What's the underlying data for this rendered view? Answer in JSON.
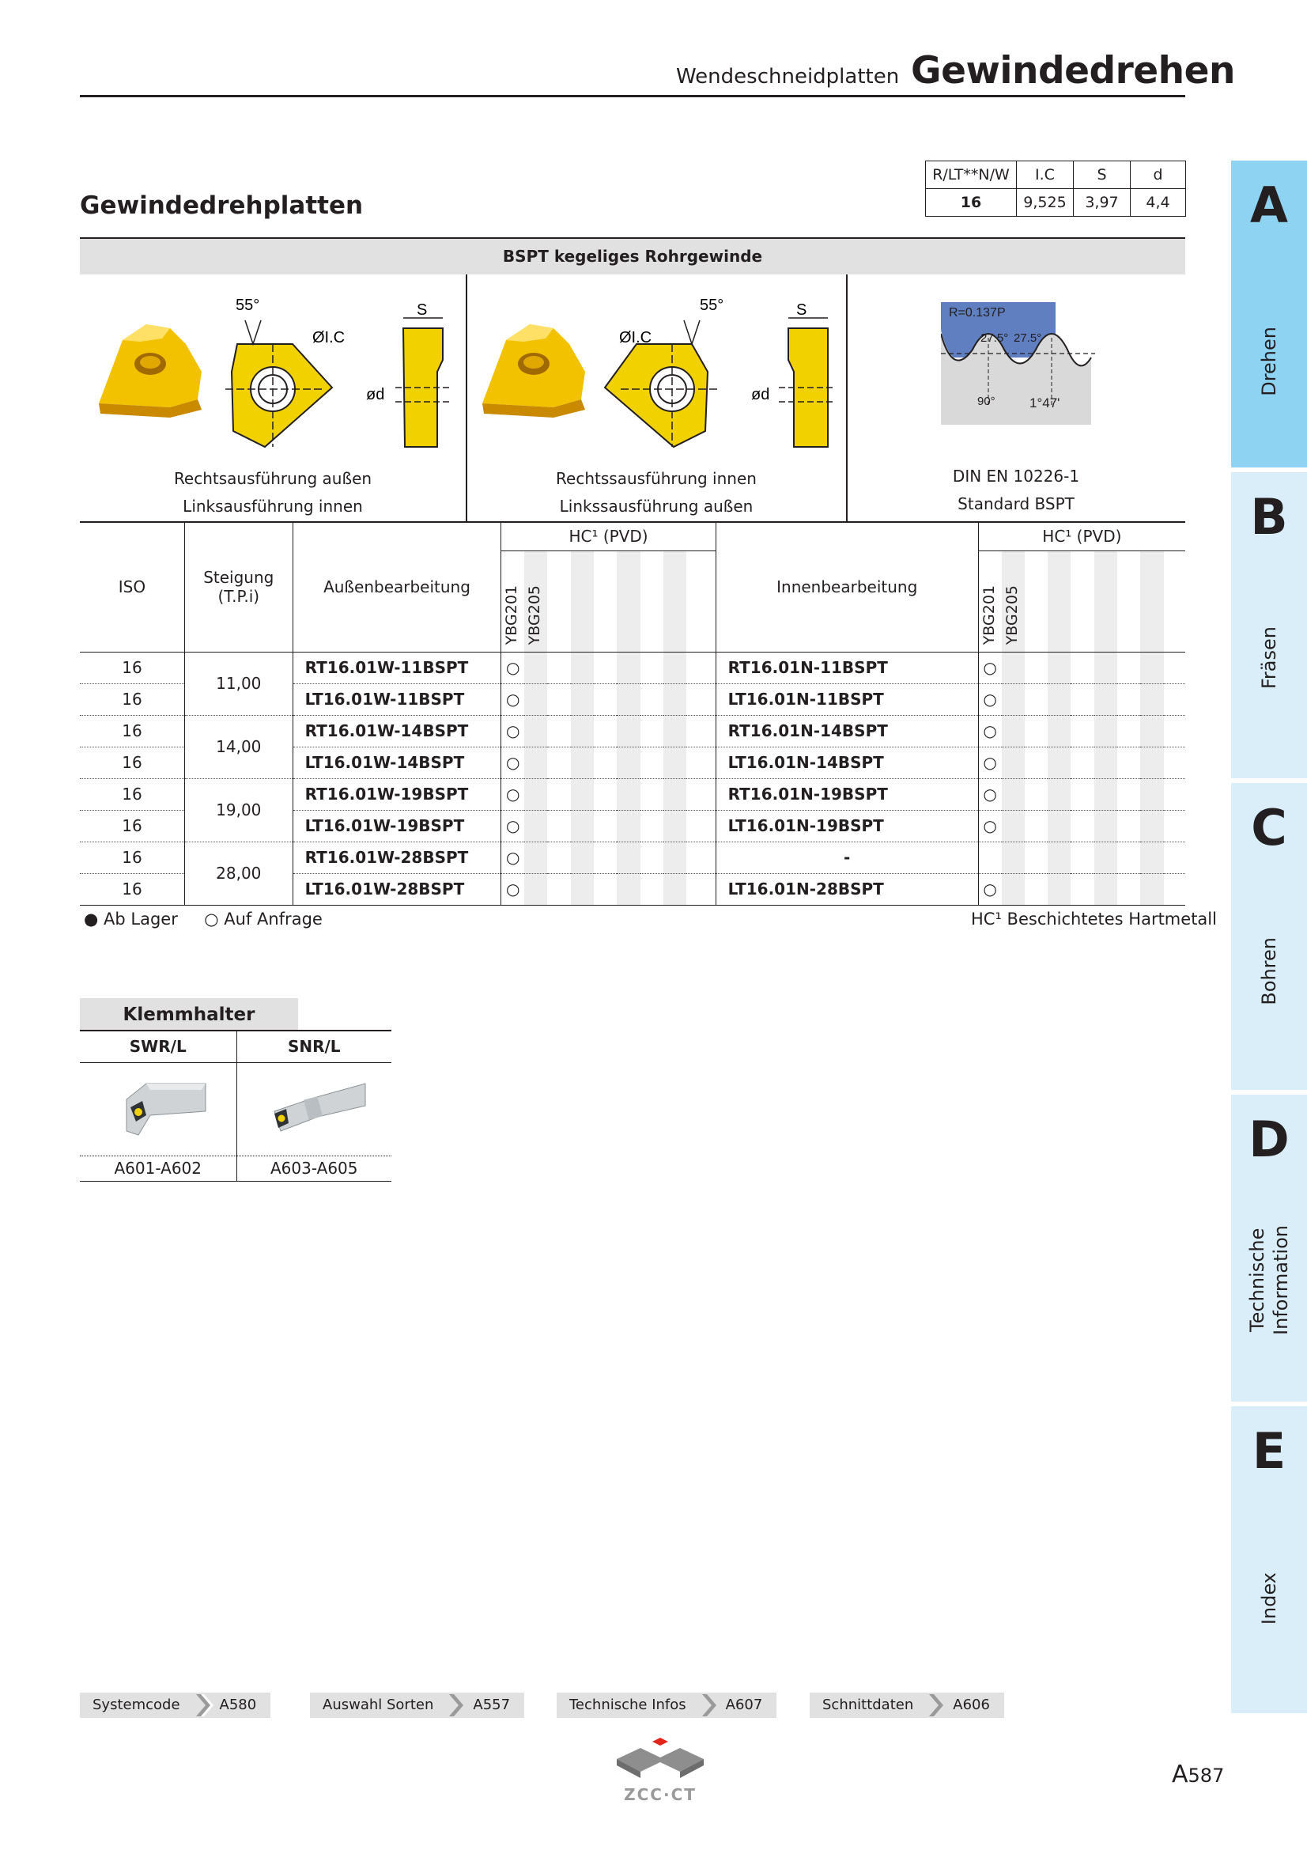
{
  "header": {
    "subtitle": "Wendeschneidplatten",
    "title": "Gewindedrehen"
  },
  "section_title": "Gewindedrehplatten",
  "spec_table": {
    "headers": [
      "R/LT**N/W",
      "I.C",
      "S",
      "d"
    ],
    "values": [
      "16",
      "9,525",
      "3,97",
      "4,4"
    ]
  },
  "band_title": "BSPT kegeliges Rohrgewinde",
  "diagrams": {
    "angle": "55°",
    "ic_label": "ØI.C",
    "s_label": "S",
    "d_label": "ød",
    "profile_radius": "R=0.137P",
    "profile_angle_left": "27.5°",
    "profile_angle_right": "27.5°",
    "profile_angle_90": "90°",
    "profile_taper": "1°47'"
  },
  "captions": {
    "col1_line1": "Rechtsausführung außen",
    "col1_line2": "Linksausführung innen",
    "col2_line1": "Rechtssausführung innen",
    "col2_line2": "Linkssausführung außen",
    "col3_line1": "DIN EN 10226-1",
    "col3_line2": "Standard BSPT"
  },
  "table": {
    "col_iso": "ISO",
    "col_pitch_line1": "Steigung",
    "col_pitch_line2": "(T.P.i)",
    "col_external": "Außenbearbeitung",
    "col_internal": "Innenbearbeitung",
    "coating_group_left": "HC¹ (PVD)",
    "coating_group_right": "HC¹ (PVD)",
    "grades": [
      "YBG201",
      "YBG205"
    ],
    "rows": [
      {
        "iso": "16",
        "pitch": "11,00",
        "ext": "RT16.01W-11BSPT",
        "ext_mark": "○",
        "int": "RT16.01N-11BSPT",
        "int_mark": "○"
      },
      {
        "iso": "16",
        "pitch": "",
        "ext": "LT16.01W-11BSPT",
        "ext_mark": "○",
        "int": "LT16.01N-11BSPT",
        "int_mark": "○"
      },
      {
        "iso": "16",
        "pitch": "14,00",
        "ext": "RT16.01W-14BSPT",
        "ext_mark": "○",
        "int": "RT16.01N-14BSPT",
        "int_mark": "○"
      },
      {
        "iso": "16",
        "pitch": "",
        "ext": "LT16.01W-14BSPT",
        "ext_mark": "○",
        "int": "LT16.01N-14BSPT",
        "int_mark": "○"
      },
      {
        "iso": "16",
        "pitch": "19,00",
        "ext": "RT16.01W-19BSPT",
        "ext_mark": "○",
        "int": "RT16.01N-19BSPT",
        "int_mark": "○"
      },
      {
        "iso": "16",
        "pitch": "",
        "ext": "LT16.01W-19BSPT",
        "ext_mark": "○",
        "int": "LT16.01N-19BSPT",
        "int_mark": "○"
      },
      {
        "iso": "16",
        "pitch": "28,00",
        "ext": "RT16.01W-28BSPT",
        "ext_mark": "○",
        "int": "-",
        "int_mark": ""
      },
      {
        "iso": "16",
        "pitch": "",
        "ext": "LT16.01W-28BSPT",
        "ext_mark": "○",
        "int": "LT16.01N-28BSPT",
        "int_mark": "○"
      }
    ]
  },
  "legend": {
    "in_stock_symbol": "●",
    "in_stock": "Ab Lager",
    "on_request_symbol": "○",
    "on_request": "Auf Anfrage",
    "coating_note": "HC¹ Beschichtetes Hartmetall"
  },
  "holders": {
    "title": "Klemmhalter",
    "items": [
      {
        "name": "SWR/L",
        "pages": "A601-A602"
      },
      {
        "name": "SNR/L",
        "pages": "A603-A605"
      }
    ]
  },
  "side_tabs": [
    {
      "letter": "A",
      "label": "Drehen",
      "active": true
    },
    {
      "letter": "B",
      "label": "Fräsen",
      "active": false
    },
    {
      "letter": "C",
      "label": "Bohren",
      "active": false
    },
    {
      "letter": "D",
      "label_line1": "Technische",
      "label_line2": "Information",
      "active": false
    },
    {
      "letter": "E",
      "label": "Index",
      "active": false
    }
  ],
  "footer_nav": [
    {
      "label": "Systemcode",
      "ref": "A580"
    },
    {
      "label": "Auswahl Sorten",
      "ref": "A557"
    },
    {
      "label": "Technische Infos",
      "ref": "A607"
    },
    {
      "label": "Schnittdaten",
      "ref": "A606"
    }
  ],
  "brand": "ZCC·CT",
  "page": {
    "letter": "A",
    "number": "587"
  },
  "colors": {
    "tab_active": "#8fd3f2",
    "tab_inactive": "#daeef9",
    "insert_yellow": "#f2d100",
    "profile_blue": "#5f7fc0"
  }
}
